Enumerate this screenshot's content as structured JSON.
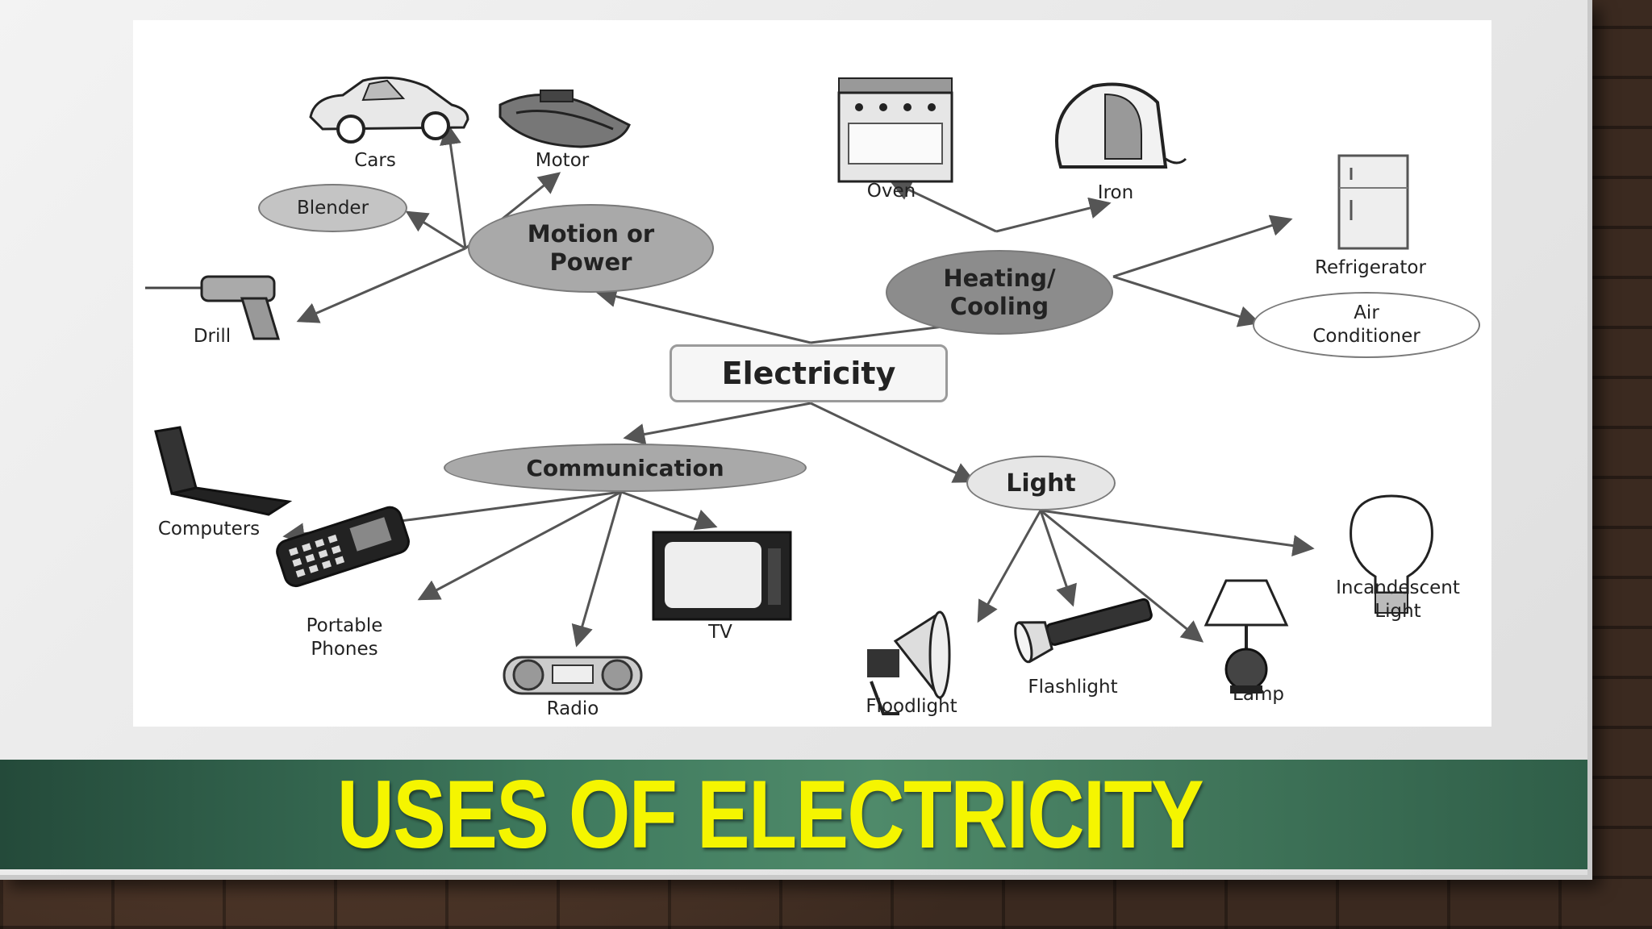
{
  "title": "USES OF ELECTRICITY",
  "colors": {
    "title_text": "#f5f500",
    "title_band": "#3f7a5e",
    "node_grey": "#a9a9a9",
    "node_dark": "#8c8c8c",
    "node_light": "#e6e6e6"
  },
  "diagram": {
    "center": "Electricity",
    "categories": {
      "motion": "Motion or\nPower",
      "heating": "Heating/\nCooling",
      "communication": "Communication",
      "light": "Light"
    },
    "items": {
      "cars": "Cars",
      "motor": "Motor",
      "blender": "Blender",
      "drill": "Drill",
      "oven": "Oven",
      "iron": "Iron",
      "refrigerator": "Refrigerator",
      "air_conditioner": "Air\nConditioner",
      "computers": "Computers",
      "portable_phones": "Portable\nPhones",
      "radio": "Radio",
      "tv": "TV",
      "floodlight": "Floodlight",
      "flashlight": "Flashlight",
      "lamp": "Lamp",
      "incandescent_light": "Incandescent\nLight"
    }
  }
}
